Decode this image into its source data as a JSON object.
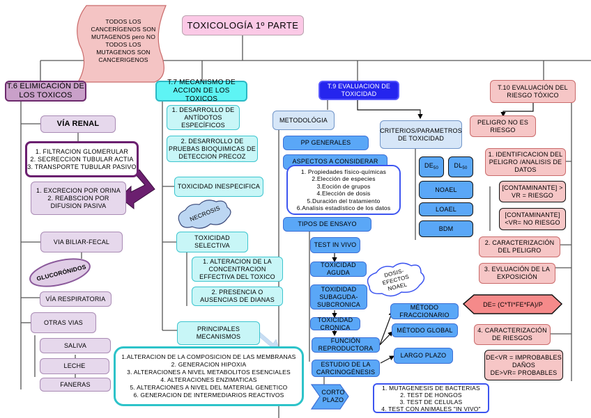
{
  "title": "TOXICOLOGÍA 1º PARTE",
  "note": {
    "text_lines": [
      "TODOS LOS",
      "CANCERÍGENOS SON",
      "MUTAGENOS pero NO",
      "TODOS LOS",
      "MUTAGENOS SON",
      "CANCERIGENOS"
    ]
  },
  "t6": {
    "title": "T.6 ELIMICACIÓN DE LOS TOXICOS",
    "via_renal": "VÍA RENAL",
    "renal_steps": [
      "1. FILTRACION GLOMERULAR",
      "2. SECRECCION TUBULAR ACTIA",
      "3. TRANSPORTE TUBULAR PASIVO"
    ],
    "renal_results": [
      "1. EXCRECION POR ORINA",
      "2. REABSCION POR",
      "DIFUSION PASIVA"
    ],
    "biliar": "VIA BILIAR-FECAL",
    "glucoronidos": "GLUCORÓNIDOS",
    "respiratoria": "VÍA RESPIRATORIA",
    "otras": "OTRAS VIAS",
    "otras_items": [
      "SALIVA",
      "LECHE",
      "FANERAS"
    ]
  },
  "t7": {
    "title": "T.7 MECANISMO DE ACCION DE LOS TOXICOS",
    "item1": "1. DESARROLLO DE ANTÍDOTOS ESPECÍFICOS",
    "item2": "2. DESARROLLO DE PRUEBAS BIOQUIMICAS DE DETECCION PRECOZ",
    "inespecifica": "TOXICIDAD INESPECIFICA",
    "necrosis": "NECROSIS",
    "selectiva": "TOXICIDAD SELECTIVA",
    "sel1": "1. ALTERACION DE LA CONCENTRACION EFFECTIVA DEL TOXICO",
    "sel2": "2. PRESENCIA O AUSENCIAS DE DIANAS",
    "principales": "PRINCIPALES MECANISMOS",
    "mecanismos": [
      "1.ALTERACION DE LA COMPOSICION DE LAS MEMBRANAS",
      "2. GENERACION HIPOXIA",
      "3. ALTERACIONES A NIVEL METABOLITOS ESENCIALES",
      "4. ALTERACIONES ENZIMATICAS",
      "5. ALTERACIONES A NIVEL DEL MATERIAL GENETICO",
      "6. GENERACION DE INTERMEDIARIOS REACTIVOS"
    ]
  },
  "t9": {
    "title": "T.9 EVALUACION DE TOXICIDAD",
    "metodologia": "METODOLÓGIA",
    "pp_generales": "PP GENERALES",
    "aspectos": "ASPECTOS A CONSIDERAR",
    "aspectos_list": [
      "1. Propiedades físico-químicas",
      "2.Elección de especies",
      "3.Eoción de grupos",
      "4.Elección de dosis",
      "5.Duración del tratamiento",
      "6.Analisis estadístico de los datos"
    ],
    "tipos": "TIPOS DE ENSAYO",
    "criterios": "CRITERIOS/PARAMETROS DE TOXICIDAD",
    "de50": "DE",
    "dl50": "DL",
    "sub50": "50",
    "noael": "NOAEL",
    "loael": "LOAEL",
    "bdm": "BDM",
    "test_in_vivo": "TEST IN VIVO",
    "aguda": "TOXICIDAD AGUDA",
    "dosis_cloud": "DOSIS-EFECTOS NOAEL",
    "subaguda": "TOXIDIDAD SUBAGUDA-SUBCRONICA",
    "cronica": "TOXICIDAD CRONICA",
    "funcion": "FUNCIÓN REPRODUCTORA",
    "carcino": "ESTUDIO DE LA CARCINOGÉNESIS",
    "metodo_fracc": "MÉTODO FRACCIONARIO",
    "metodo_global": "MÉTODO GLOBAL",
    "largo": "LARGO PLAZO",
    "corto": "CORTO PLAZO",
    "corto_list": [
      "1. MUTAGENESIS DE BACTERIAS",
      "2. TEST DE HONGOS",
      "3. TEST DE CELULAS",
      "4. TEST CON ANIMALES \"IN VIVO\""
    ]
  },
  "t10": {
    "title": "T.10 EVALUACIÓN DEL RIESGO TÓXICO",
    "peligro": "PELIGRO NO ES RIESGO",
    "ident": "1. IDENTIFICACION DEL PELIGRO /ANALISIS DE DATOS",
    "cont1": "[CONTAMINANTE] > VR = RIESGO",
    "cont2": "[CONTAMINANTE] <VR= NO RIESGO",
    "carac_peligro": "2. CARACTERIZACIÓN DEL PELIGRO",
    "exposicion": "3. EVLUACIÓN DE LA EXPOSICIÓN",
    "formula": "DE= (C*TI*FE*FA)/P",
    "carac_riesgos": "4. CARACTERIZACIÓN DE RIESGOS",
    "conclusion": [
      "DE<VR = IMPROBABLES",
      "DAÑOS",
      "DE>VR= PROBABLES"
    ]
  }
}
